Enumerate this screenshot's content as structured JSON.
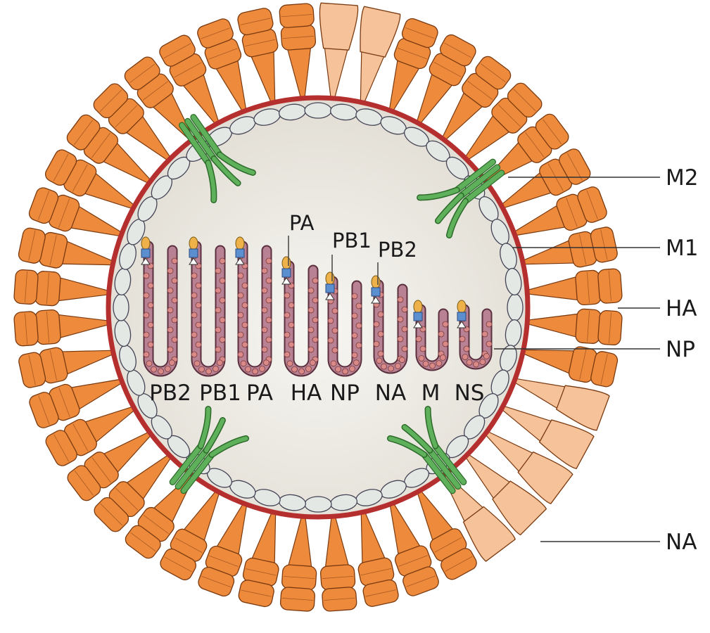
{
  "colors": {
    "ha_fill": "#ee8a3c",
    "ha_stroke": "#7a3a10",
    "na_fill": "#f6c29a",
    "envelope": "#b52f2f",
    "m1_fill": "#e4e8e4",
    "core_fill": "#efece6",
    "m2_fill": "#5fb05a",
    "rnp_fill": "#b88294",
    "np_bead": "#d98a88",
    "pa_fill": "#efb14a",
    "pb1_fill": "#5b8fd0"
  },
  "callouts": {
    "m2": "M2",
    "m1": "M1",
    "ha": "HA",
    "np": "NP",
    "na": "NA"
  },
  "polymerase": {
    "pa": "PA",
    "pb1": "PB1",
    "pb2": "PB2"
  },
  "segments": [
    {
      "name": "PB2"
    },
    {
      "name": "PB1"
    },
    {
      "name": "PA"
    },
    {
      "name": "HA"
    },
    {
      "name": "NP"
    },
    {
      "name": "NA"
    },
    {
      "name": "M"
    },
    {
      "name": "NS"
    }
  ]
}
